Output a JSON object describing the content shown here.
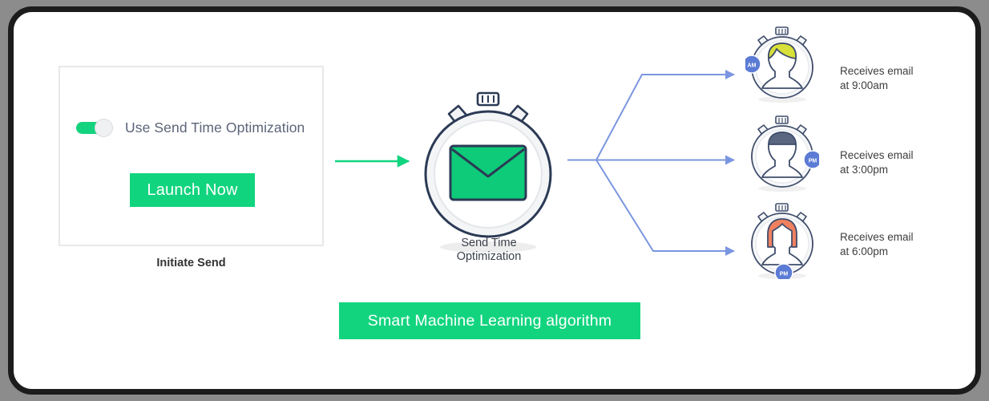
{
  "diagram": {
    "title": "Send Time Optimization flow",
    "colors": {
      "green": "#11d47e",
      "blue_arrow": "#7b96e0",
      "navy": "#2b3a55",
      "badge_blue": "#5b7bd5",
      "hair_1": "#d8e03a",
      "hair_2": "#5a6580",
      "hair_3": "#f08060",
      "frame_dark": "#1c1c1c"
    },
    "initiate": {
      "toggle_label": "Use Send Time Optimization",
      "toggle_state": "on",
      "button_label": "Launch Now",
      "caption": "Initiate Send"
    },
    "engine": {
      "caption_line1": "Send Time",
      "caption_line2": "Optimization",
      "icon": "stopwatch-envelope-icon"
    },
    "recipients": [
      {
        "id": "recipient-1",
        "badge": "AM",
        "badge_position": "left",
        "hair_color": "#d8e03a",
        "label_line1": "Receives email",
        "label_line2": "at 9:00am"
      },
      {
        "id": "recipient-2",
        "badge": "PM",
        "badge_position": "right",
        "hair_color": "#5a6580",
        "label_line1": "Receives email",
        "label_line2": "at 3:00pm"
      },
      {
        "id": "recipient-3",
        "badge": "PM",
        "badge_position": "bottom",
        "hair_color": "#f08060",
        "label_line1": "Receives email",
        "label_line2": "at 6:00pm"
      }
    ],
    "banner": {
      "text": "Smart Machine Learning algorithm"
    }
  }
}
